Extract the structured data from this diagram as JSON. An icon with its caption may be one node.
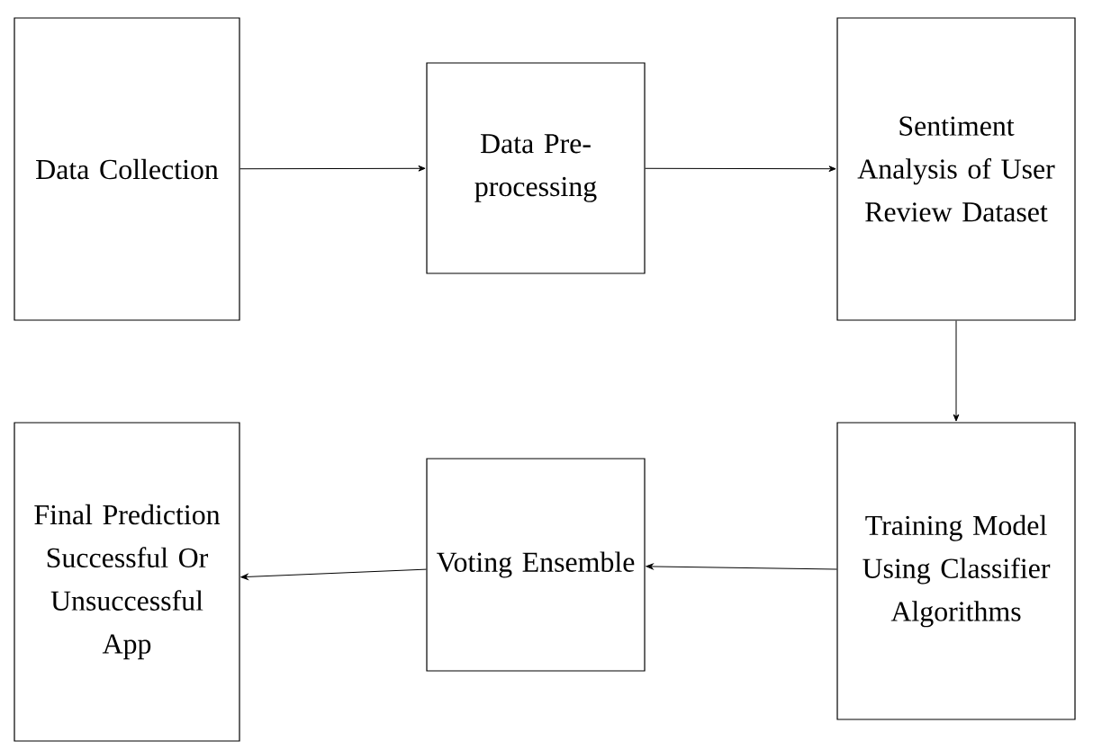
{
  "diagram": {
    "nodes": [
      {
        "text": [
          "Data Collection"
        ]
      },
      {
        "text": [
          "Data Pre-processing"
        ]
      },
      {
        "text": [
          "Sentiment Analysis of User Review Dataset"
        ]
      },
      {
        "text": [
          "Training Model Using Classifier Algorithms"
        ]
      },
      {
        "text": [
          "Voting Ensemble"
        ]
      },
      {
        "text": [
          "Final Prediction Successful Or Unsuccessful App"
        ]
      }
    ],
    "edges": [
      {
        "from": 0,
        "to": 1,
        "arrow": "to"
      },
      {
        "from": 1,
        "to": 2,
        "arrow": "to"
      },
      {
        "from": 2,
        "to": 3,
        "arrow": "to"
      },
      {
        "from": 3,
        "to": 4,
        "arrow": "to"
      },
      {
        "from": 4,
        "to": 5,
        "arrow": "to"
      }
    ]
  }
}
